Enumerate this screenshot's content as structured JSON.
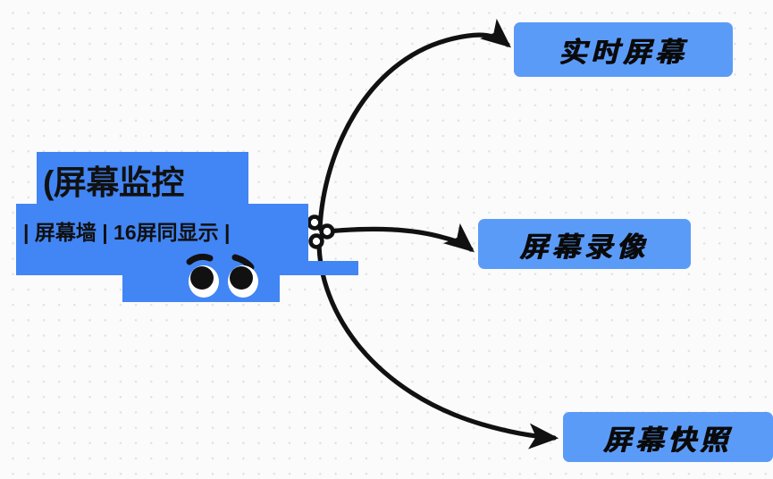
{
  "diagram": {
    "type": "mind-map",
    "background": {
      "color": "#fbfbfb",
      "pattern": "dot-grid",
      "dot_color": "#e2e2e2"
    },
    "colors": {
      "root_fill": "#4285f4",
      "child_fill": "#5b9bf8",
      "edge_stroke": "#111111",
      "text": "#0a0a0a"
    },
    "root": {
      "title": "(屏幕监控",
      "subtitle": "| 屏幕墙 | 16屏同显示 |",
      "face": "smiley-face-decoration"
    },
    "hub": {
      "name": "junction-hub",
      "circles": 3
    },
    "children": [
      {
        "id": "node-1",
        "label": "实时屏幕"
      },
      {
        "id": "node-2",
        "label": "屏幕录像"
      },
      {
        "id": "node-3",
        "label": "屏幕快照"
      }
    ],
    "edges": [
      {
        "from": "hub",
        "to": "node-1",
        "style": "curved-arrow"
      },
      {
        "from": "hub",
        "to": "node-2",
        "style": "curved-arrow"
      },
      {
        "from": "hub",
        "to": "node-3",
        "style": "curved-arrow"
      }
    ]
  }
}
